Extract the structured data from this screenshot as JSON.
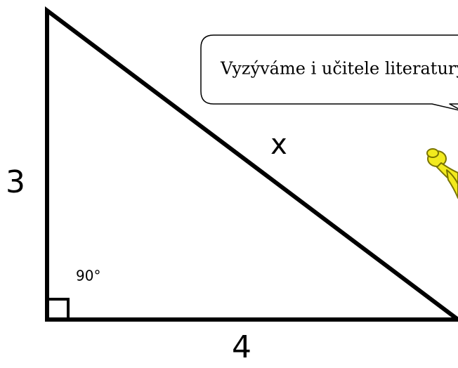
{
  "diagram": {
    "side_vertical": "3",
    "side_horizontal": "4",
    "hypotenuse": "x",
    "angle_label": "90°"
  },
  "callout": {
    "text": "Vyzýváme i učitele literatury"
  },
  "colors": {
    "stroke": "#000000",
    "mascot_fill": "#f2ea1e",
    "mascot_stroke": "#7a7400",
    "background": "#ffffff"
  }
}
